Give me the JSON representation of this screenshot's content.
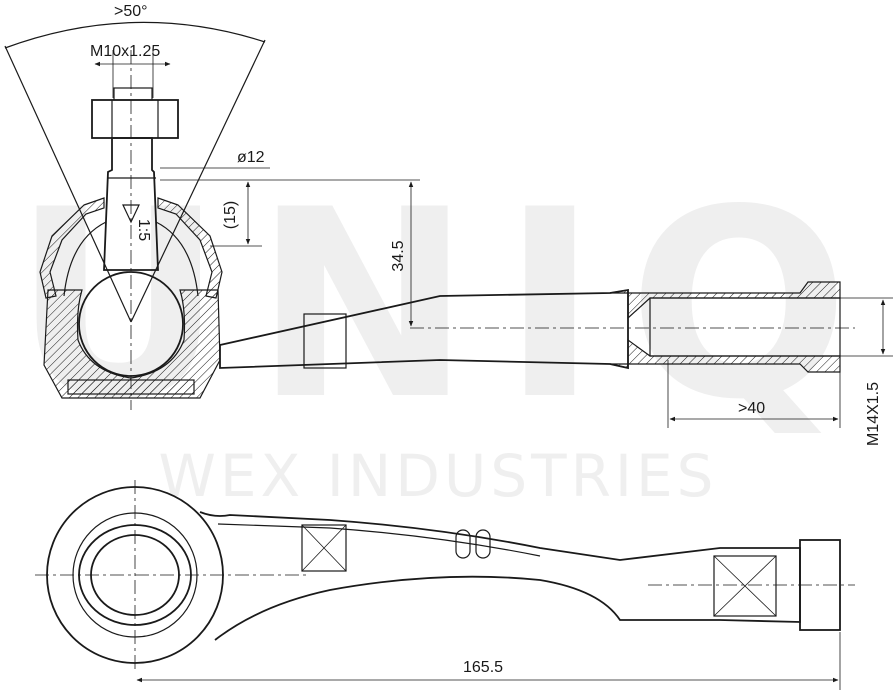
{
  "watermark": {
    "brand": "UNIQ",
    "company": "WEX INDUSTRIES"
  },
  "dimensions": {
    "angle": ">50°",
    "thread_top": "M10x1.25",
    "diameter": "ø12",
    "taper_height": "(15)",
    "taper_ratio": "1:5",
    "height": "34.5",
    "thread_depth": ">40",
    "thread_end": "M14X1.5",
    "length": "165.5"
  },
  "colors": {
    "line": "#1a1a1a",
    "watermark": "#efefef",
    "background": "#ffffff"
  }
}
